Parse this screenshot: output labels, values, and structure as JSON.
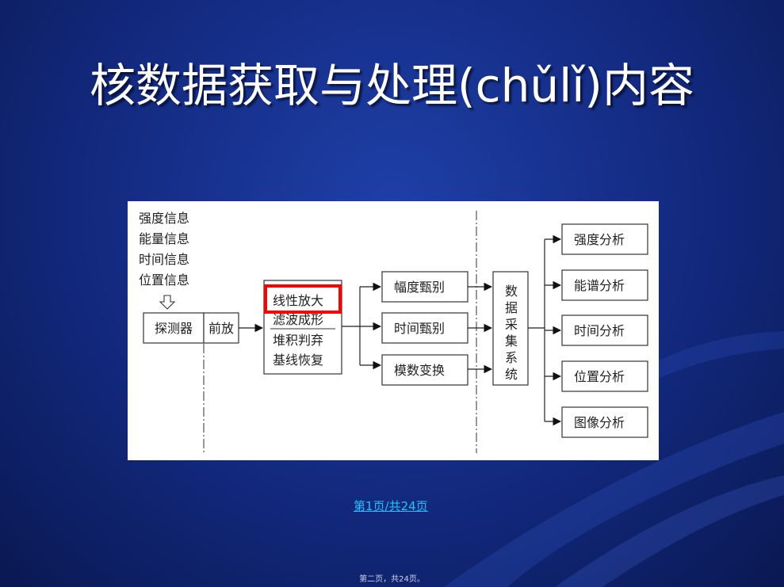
{
  "slide": {
    "title": "核数据获取与处理(chǔlǐ)内容",
    "page_link": "第1页/共24页",
    "footer": "第二页，共24页。"
  },
  "diagram": {
    "inputs": [
      "强度信息",
      "能量信息",
      "时间信息",
      "位置信息"
    ],
    "detector": "探测器",
    "preamp": "前放",
    "processing": [
      "线性放大",
      "滤波成形",
      "堆积判弃",
      "基线恢复"
    ],
    "selectors": [
      "幅度甄别",
      "时间甄别",
      "模数变换"
    ],
    "daq": "数据采集系统",
    "analyses": [
      "强度分析",
      "能谱分析",
      "时间分析",
      "位置分析",
      "图像分析"
    ],
    "highlight_color": "#ff0000"
  }
}
